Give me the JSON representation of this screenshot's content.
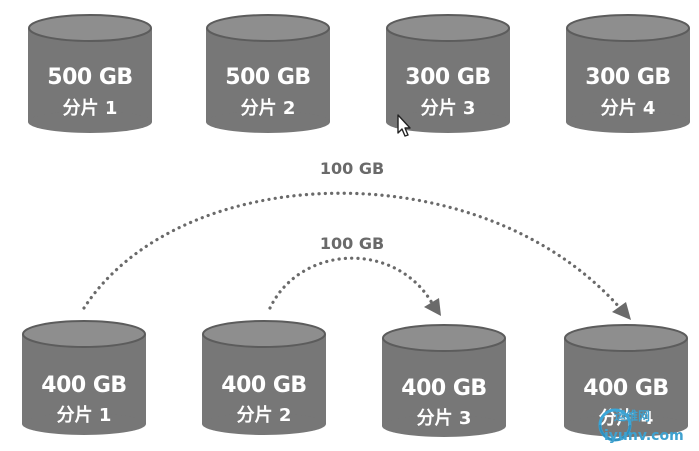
{
  "before": {
    "shards": [
      {
        "size": "500 GB",
        "label": "分片 1"
      },
      {
        "size": "500 GB",
        "label": "分片 2"
      },
      {
        "size": "300 GB",
        "label": "分片 3"
      },
      {
        "size": "300 GB",
        "label": "分片 4"
      }
    ]
  },
  "after": {
    "shards": [
      {
        "size": "400 GB",
        "label": "分片 1"
      },
      {
        "size": "400 GB",
        "label": "分片 2"
      },
      {
        "size": "400 GB",
        "label": "分片 3"
      },
      {
        "size": "400 GB",
        "label": "分片 4"
      }
    ]
  },
  "migrations": [
    {
      "amount": "100 GB",
      "from": "分片 1",
      "to": "分片 4"
    },
    {
      "amount": "100 GB",
      "from": "分片 2",
      "to": "分片 3"
    }
  ],
  "watermark": {
    "site": "运维网",
    "url": "iyunv.com"
  }
}
